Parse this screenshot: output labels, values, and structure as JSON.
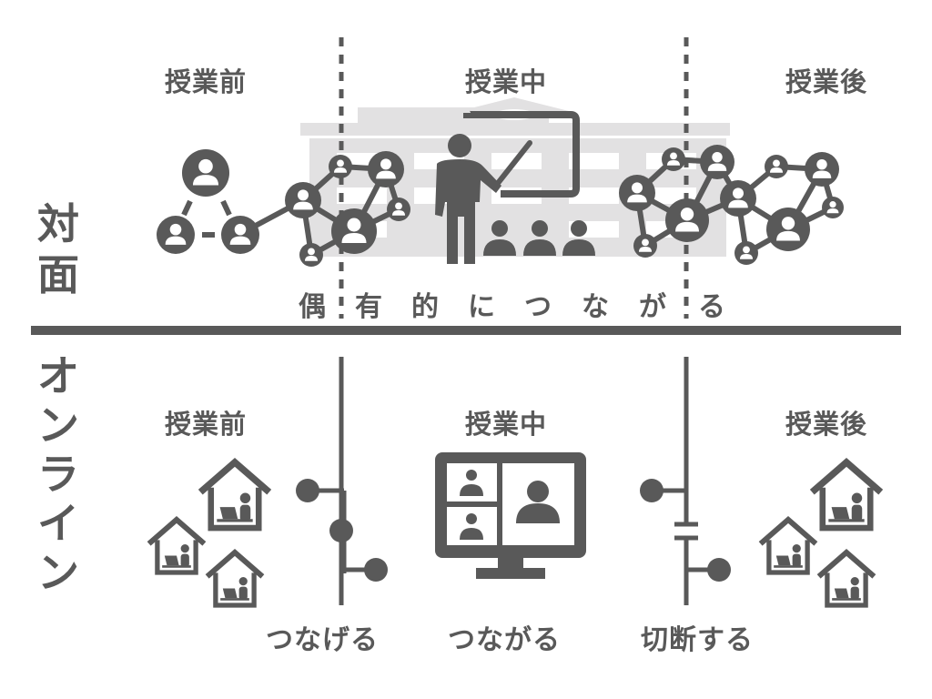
{
  "colors": {
    "primary": "#595959",
    "building": "#e2e1e2",
    "background": "#ffffff"
  },
  "rows": {
    "face_to_face": {
      "label_chars": [
        "対",
        "面"
      ],
      "phases": {
        "before": "授業前",
        "during": "授業中",
        "after": "授業後"
      },
      "tagline_chars": [
        "偶",
        "有",
        "的",
        "に",
        "つ",
        "な",
        "が",
        "る"
      ]
    },
    "online": {
      "label_chars": [
        "オ",
        "ン",
        "ラ",
        "イ",
        "ン"
      ],
      "phases": {
        "before": "授業前",
        "during": "授業中",
        "after": "授業後"
      },
      "captions": {
        "connect": "つなげる",
        "connected": "つながる",
        "disconnect": "切断する"
      }
    }
  },
  "icons": {
    "school_background": "school-building-icon",
    "teacher": "teacher-presenting-icon",
    "network": "people-network-icon",
    "home_work": "home-remote-work-icon",
    "video_call": "video-conference-monitor-icon",
    "switch_on": "circuit-connect-icon",
    "switch_off": "circuit-disconnect-icon"
  }
}
